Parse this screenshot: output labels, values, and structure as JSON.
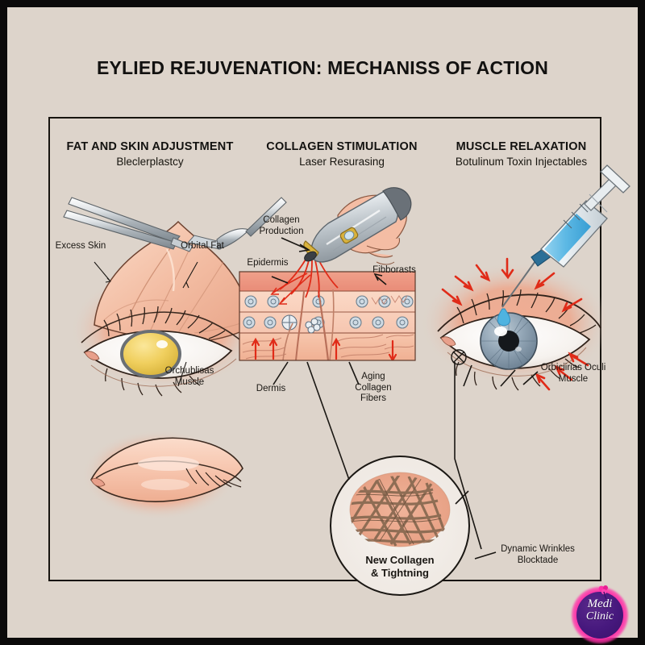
{
  "poster": {
    "title": "EYLIED REJUVENATION: MECHANISS OF ACTION",
    "background_color": "#ddd4cb",
    "border_color": "#0b0a0a",
    "frame_color": "#17140f",
    "accent_red": "#e02b18",
    "skin_color": "#f0b49a",
    "iris_left_color": "#f0d060",
    "iris_right_color": "#8fa3b4"
  },
  "columns": [
    {
      "heading": "FAT AND SKIN ADJUSTMENT",
      "subheading": "Bleclerplastcy"
    },
    {
      "heading": "COLLAGEN STIMULATION",
      "subheading": "Laser Resurasing"
    },
    {
      "heading": "MUSCLE RELAXATION",
      "subheading": "Botulinum Toxin Injectables"
    }
  ],
  "labels": {
    "excess_skin": "Excess Skin",
    "orbital_fat": "Orbital Fat",
    "orbicularis_left_line1": "Orchublisas",
    "orbicularis_left_line2": "Muscle",
    "collagen_production_line1": "Collagen",
    "collagen_production_line2": "Production",
    "epidermis": "Epidermis",
    "fibroblasts": "Fibborasts",
    "dermis": "Dermis",
    "aging_line1": "Aging",
    "aging_line2": "Collagen",
    "aging_line3": "Fibers",
    "orbicularis_right_line1": "Orbiciirias Oculi",
    "orbicularis_right_line2": "Muscle",
    "dynamic_wrinkles_line1": "Dynamic Wrinkles",
    "dynamic_wrinkles_line2": "Blocktade",
    "new_collagen_line1": "New Collagen",
    "new_collagen_line2": "& Tightning"
  },
  "logo": {
    "line1": "Medi",
    "line2": "Clinic",
    "disc_color": "#46187d",
    "glow_color": "#ff2fa8"
  }
}
